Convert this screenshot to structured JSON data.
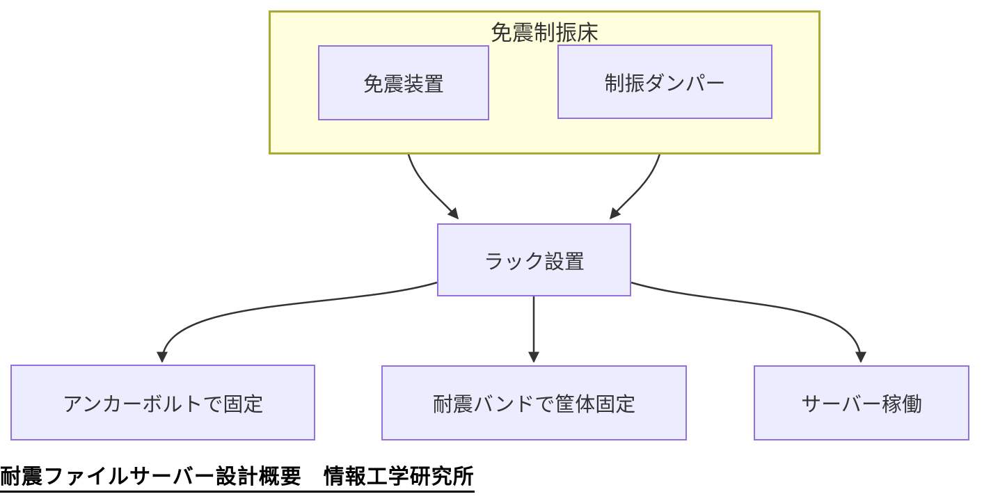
{
  "diagram": {
    "type": "flowchart",
    "cluster": {
      "id": "seismic-floor",
      "label": "免震制振床"
    },
    "nodes": [
      {
        "id": "isolation-device",
        "label": "免震装置",
        "group": "免震制振床"
      },
      {
        "id": "damper",
        "label": "制振ダンパー",
        "group": "免震制振床"
      },
      {
        "id": "rack-installation",
        "label": "ラック設置",
        "group": null
      },
      {
        "id": "anchor-bolt",
        "label": "アンカーボルトで固定",
        "group": null
      },
      {
        "id": "seismic-band",
        "label": "耐震バンドで筐体固定",
        "group": null
      },
      {
        "id": "server-operation",
        "label": "サーバー稼働",
        "group": null
      }
    ],
    "edges": [
      {
        "from": "免震装置",
        "to": "ラック設置"
      },
      {
        "from": "制振ダンパー",
        "to": "ラック設置"
      },
      {
        "from": "ラック設置",
        "to": "アンカーボルトで固定"
      },
      {
        "from": "ラック設置",
        "to": "耐震バンドで筐体固定"
      },
      {
        "from": "ラック設置",
        "to": "サーバー稼働"
      }
    ],
    "caption": "耐震ファイルサーバー設計概要　情報工学研究所"
  },
  "colors": {
    "cluster_fill": "#ffffde",
    "cluster_stroke": "#aaaa33",
    "node_fill": "#ececff",
    "node_stroke": "#9370db",
    "edge_color": "#333333",
    "node_text": "#333333",
    "caption_text": "#000000",
    "background": "#ffffff"
  }
}
